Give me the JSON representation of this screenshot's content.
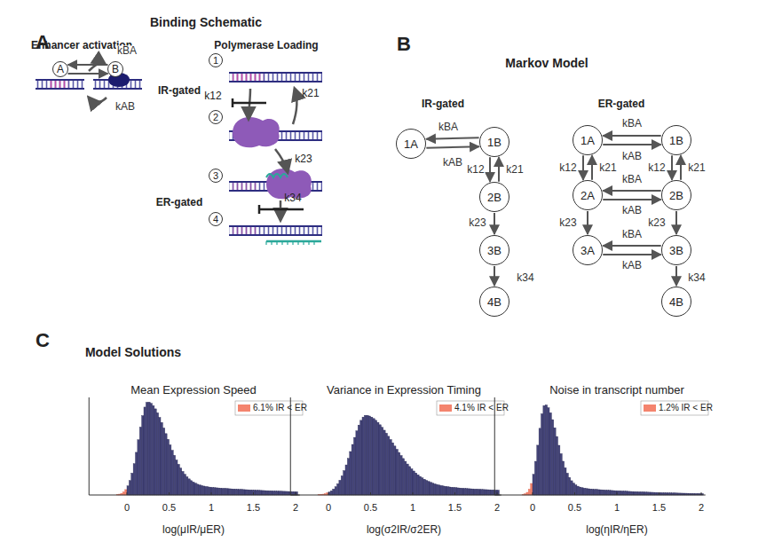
{
  "diagram": {
    "nodes": [
      {
        "text": [
          "A"
        ]
      },
      {
        "text": [
          "B"
        ]
      },
      {
        "text": [
          "1"
        ]
      },
      {
        "text": [
          "2"
        ]
      },
      {
        "text": [
          "3"
        ]
      },
      {
        "text": [
          "4"
        ]
      },
      {
        "text": [
          "1A"
        ]
      },
      {
        "text": [
          "1B"
        ]
      },
      {
        "text": [
          "2B"
        ]
      },
      {
        "text": [
          "3B"
        ]
      },
      {
        "text": [
          "4B"
        ]
      },
      {
        "text": [
          "1A"
        ]
      },
      {
        "text": [
          "1B"
        ]
      },
      {
        "text": [
          "2A"
        ]
      },
      {
        "text": [
          "2B"
        ]
      },
      {
        "text": [
          "3A"
        ]
      },
      {
        "text": [
          "3B"
        ]
      },
      {
        "text": [
          "4B"
        ]
      }
    ],
    "edges": [
      {
        "from": 1,
        "to": 0,
        "label": "kBA",
        "arrow": "to"
      },
      {
        "from": 0,
        "to": 1,
        "label": "kAB",
        "arrow": "to"
      },
      {
        "from": 7,
        "to": 6,
        "label": "kBA",
        "arrow": "to"
      },
      {
        "from": 6,
        "to": 7,
        "label": "kAB",
        "arrow": "to"
      },
      {
        "from": 7,
        "to": 8,
        "label": "k12",
        "arrow": "to"
      },
      {
        "from": 8,
        "to": 7,
        "label": "k21",
        "arrow": "to"
      },
      {
        "from": 8,
        "to": 9,
        "label": "k23",
        "arrow": "to"
      },
      {
        "from": 9,
        "to": 10,
        "label": "k34",
        "arrow": "to"
      },
      {
        "from": 12,
        "to": 11,
        "label": "kBA",
        "arrow": "to"
      },
      {
        "from": 11,
        "to": 12,
        "label": "kAB",
        "arrow": "to"
      },
      {
        "from": 11,
        "to": 13,
        "label": "k12",
        "arrow": "to"
      },
      {
        "from": 13,
        "to": 11,
        "label": "k21",
        "arrow": "to"
      },
      {
        "from": 12,
        "to": 14,
        "label": "k12",
        "arrow": "to"
      },
      {
        "from": 14,
        "to": 12,
        "label": "k21",
        "arrow": "to"
      },
      {
        "from": 14,
        "to": 13,
        "label": "kBA",
        "arrow": "to"
      },
      {
        "from": 13,
        "to": 14,
        "label": "kAB",
        "arrow": "to"
      },
      {
        "from": 13,
        "to": 15,
        "label": "k23",
        "arrow": "to"
      },
      {
        "from": 14,
        "to": 16,
        "label": "k23",
        "arrow": "to"
      },
      {
        "from": 16,
        "to": 15,
        "label": "kBA",
        "arrow": "to"
      },
      {
        "from": 15,
        "to": 16,
        "label": "kAB",
        "arrow": "to"
      },
      {
        "from": 16,
        "to": 17,
        "label": "k34",
        "arrow": "to"
      }
    ],
    "labels": [
      "A",
      "Binding Schematic",
      "Enhancer activation",
      "Polymerase Loading",
      "k12",
      "IR-gated",
      "k21",
      "k23",
      "ER-gated",
      "k34",
      "B",
      "Markov Model",
      "IR-gated",
      "ER-gated",
      "C",
      "Model Solutions",
      "Mean Expression Speed",
      "Variance in Expression Timing",
      "Noise in transcript number",
      "log(μIR/μER)",
      "log(σ2IR/σ2ER)",
      "log(ηIR/ηER)",
      "0",
      "0.5",
      "1",
      "1.5",
      "2",
      "0",
      "0.5",
      "1",
      "1.5",
      "2",
      "0",
      "0.5",
      "1",
      "1.5",
      "2"
    ],
    "legend": [
      {
        "text": "6.1% IR < ER",
        "color": "#f4846e"
      },
      {
        "text": "4.1% IR < ER",
        "color": "#f4846e"
      },
      {
        "text": "1.2% IR < ER",
        "color": "#f4846e"
      }
    ]
  }
}
